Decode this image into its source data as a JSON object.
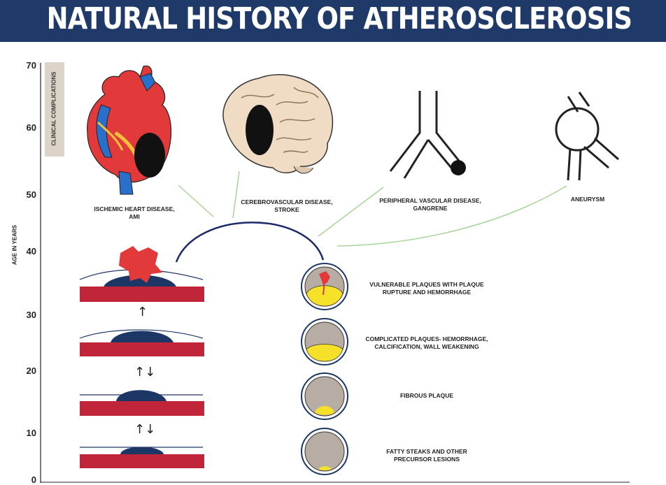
{
  "title": "NATURAL HISTORY OF ATHEROSCLEROSIS",
  "y_axis": {
    "label": "AGE IN YEARS",
    "ticks": [
      "70",
      "60",
      "50",
      "40",
      "30",
      "20",
      "10",
      "0"
    ]
  },
  "clinical_complications_label": "CLINICAL COMPLICATIONS",
  "complications": [
    {
      "line1": "ISCHEMIC HEART DISEASE,",
      "line2": "AMI"
    },
    {
      "line1": "CEREBROVASCULAR DISEASE,",
      "line2": "STROKE"
    },
    {
      "line1": "PERIPHERAL VASCULAR DISEASE,",
      "line2": "GANGRENE"
    },
    {
      "line1": "ANEURYSM",
      "line2": ""
    }
  ],
  "stages": [
    {
      "line1": "VULNERABLE PLAQUES WITH PLAQUE",
      "line2": "RUPTURE AND HEMORRHAGE"
    },
    {
      "line1": "COMPLICATED PLAQUES- HEMORRHAGE,",
      "line2": "CALCIFICATION, WALL WEAKENING"
    },
    {
      "line1": "FIBROUS PLAQUE",
      "line2": ""
    },
    {
      "line1": "FATTY STEAKS AND OTHER",
      "line2": "PRECURSOR LESIONS"
    }
  ],
  "arrows": [
    "↑",
    "↑↓",
    "↑↓"
  ],
  "colors": {
    "banner": "#1f3a68",
    "vessel_wall": "#c0253a",
    "plaque": "#1c3666",
    "rupture": "#e23a3a",
    "lipid_core": "#f5e02a",
    "lumen": "#b7ada4",
    "connector": "#a8d49a"
  }
}
